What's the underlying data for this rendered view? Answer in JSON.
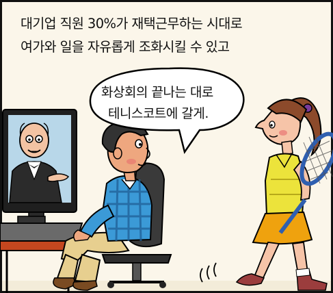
{
  "caption": {
    "line1": "대기업 직원 30%가 재택근무하는 시대로",
    "line2": "여가와 일을 자유롭게 조화시킬 수 있고"
  },
  "speech_bubble": {
    "line1": "화상회의 끝나는 대로",
    "line2": "테니스코트에 갈게."
  },
  "colors": {
    "background": "#fbf6ea",
    "monitor_screen": "#b8d7e9",
    "shirt_check": "#3b9ad7",
    "pants": "#e7cf8f",
    "chair": "#3a3a3a",
    "woman_top": "#ece33b",
    "woman_skirt": "#efa20e",
    "woman_hair": "#8c4a2b",
    "racket": "#2f5fb0"
  },
  "icons": [
    "motion-lines-icon"
  ]
}
